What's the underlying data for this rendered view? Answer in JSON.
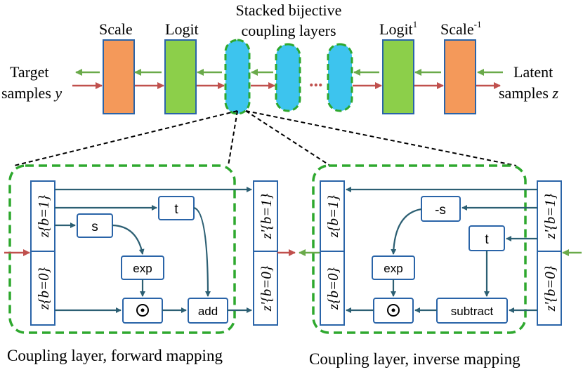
{
  "top": {
    "target_label_1": "Target",
    "target_label_2": "samples",
    "target_var": "y",
    "latent_label_1": "Latent",
    "latent_label_2": "samples",
    "latent_var": "z",
    "scale": "Scale",
    "logit": "Logit",
    "stacked_1": "Stacked bijective",
    "stacked_2": "coupling layers",
    "dots": "...",
    "logit_inv": "Logit",
    "scale_inv": "Scale",
    "inv_sup": "-1",
    "inv_sup_one": "1"
  },
  "forward": {
    "caption": "Coupling layer, forward mapping",
    "in_top": "z{b=1}",
    "in_bottom": "z{b=0}",
    "out_top": "z'{b=1}",
    "out_bottom": "z'{b=0}",
    "s": "s",
    "t": "t",
    "exp": "exp",
    "odot": "⊙",
    "add": "add"
  },
  "inverse": {
    "caption": "Coupling layer, inverse mapping",
    "out_top": "z{b=1}",
    "out_bottom": "z{b=0}",
    "in_top": "z'{b=1}",
    "in_bottom": "z'{b=0}",
    "neg_s": "-s",
    "t": "t",
    "exp": "exp",
    "odot": "⊙",
    "subtract": "subtract"
  },
  "colors": {
    "scale": "#f4995a",
    "logit": "#8ccf4a",
    "coupling": "#3dc4ee",
    "dashed_green": "#2ea82e",
    "box_blue": "#2a64a8",
    "arrow_teal": "#2c5f73",
    "arrow_red": "#c0504d",
    "arrow_green": "#6aaa4a"
  }
}
